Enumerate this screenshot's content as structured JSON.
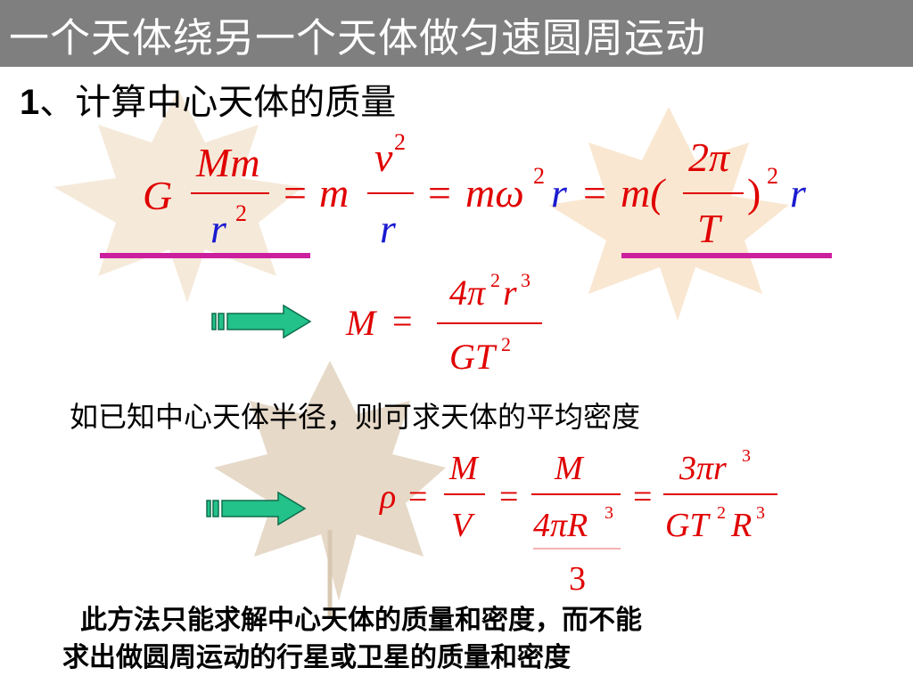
{
  "slide": {
    "title": "一个天体绕另一个天体做匀速圆周运动",
    "section_number": "1",
    "section_title": "、计算中心天体的质量",
    "density_note": "如已知中心天体半径，则可求天体的平均密度",
    "conclusion_line1": "此方法只能求解中心天体的质量和密度，而不能",
    "conclusion_line2": "求出做圆周运动的行星或卫星的质量和密度"
  },
  "formula_gravity": {
    "G": "G",
    "Mm": "Mm",
    "r": "r",
    "two": "2",
    "eq": "=",
    "m": "m",
    "v": "v",
    "m_omega": "mω",
    "m_paren": "m(",
    "two_pi": "2π",
    "T": "T",
    "close_paren": ")"
  },
  "formula_mass": {
    "M": "M",
    "eq": "=",
    "numerator": "4π",
    "r": "r",
    "two": "2",
    "three": "3",
    "GT": "GT"
  },
  "formula_density": {
    "rho": "ρ",
    "eq": "=",
    "M": "M",
    "V": "V",
    "four_pi_R": "4πR",
    "three": "3",
    "three_pi_r": "3πr",
    "GT": "GT",
    "R": "R",
    "two": "2"
  },
  "colors": {
    "title_bar": "#7f7f7f",
    "red_math": "#e00000",
    "blue_math": "#1a1ad0",
    "underline": "#cc1f9e",
    "arrow_fill": "#22c28a",
    "arrow_stroke": "#0e6e4c"
  },
  "icons": [
    "maple-leaf-icon",
    "arrow-right-icon"
  ]
}
